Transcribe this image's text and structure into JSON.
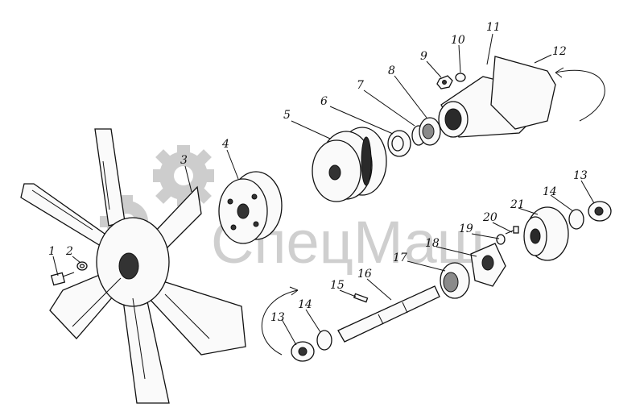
{
  "watermark": {
    "text": "СпецМаш",
    "color": "#c8c8c8"
  },
  "callouts": [
    {
      "id": "c1",
      "text": "1"
    },
    {
      "id": "c2",
      "text": "2"
    },
    {
      "id": "c3",
      "text": "3"
    },
    {
      "id": "c4",
      "text": "4"
    },
    {
      "id": "c5",
      "text": "5"
    },
    {
      "id": "c6",
      "text": "6"
    },
    {
      "id": "c7",
      "text": "7"
    },
    {
      "id": "c8",
      "text": "8"
    },
    {
      "id": "c9",
      "text": "9"
    },
    {
      "id": "c10",
      "text": "10"
    },
    {
      "id": "c11",
      "text": "11"
    },
    {
      "id": "c12",
      "text": "12"
    },
    {
      "id": "c13a",
      "text": "13"
    },
    {
      "id": "c13b",
      "text": "13"
    },
    {
      "id": "c14a",
      "text": "14"
    },
    {
      "id": "c14b",
      "text": "14"
    },
    {
      "id": "c15",
      "text": "15"
    },
    {
      "id": "c16",
      "text": "16"
    },
    {
      "id": "c17",
      "text": "17"
    },
    {
      "id": "c18",
      "text": "18"
    },
    {
      "id": "c19",
      "text": "19"
    },
    {
      "id": "c20",
      "text": "20"
    },
    {
      "id": "c21",
      "text": "21"
    }
  ]
}
